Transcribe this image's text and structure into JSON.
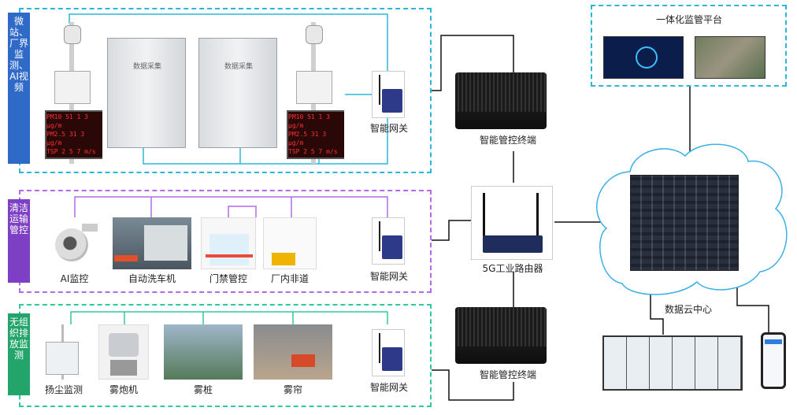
{
  "groups": {
    "g1": {
      "label": "微站、厂界监测、AI视频"
    },
    "g2": {
      "label": "清洁运输管控"
    },
    "g3": {
      "label": "无组织排放监测"
    }
  },
  "devices": {
    "gateway1": "智能网关",
    "gateway2": "智能网关",
    "gateway3": "智能网关",
    "terminal_top": "智能管控终端",
    "terminal_bottom": "智能管控终端",
    "router": "5G工业路由器",
    "cloud": "数据云中心",
    "platform": "一体化监管平台"
  },
  "transport": {
    "ai": "AI监控",
    "wash": "自动洗车机",
    "gate": "门禁管控",
    "road": "厂内非道"
  },
  "emission": {
    "dust": "扬尘监测",
    "cannon": "雾炮机",
    "pile": "雾桩",
    "curtain": "雾帘"
  },
  "led_rows": [
    "PM10 51 1 3 μg/m",
    "PM2.5 31 3 μg/m",
    "TSP 2 5 7 m/s"
  ],
  "cabinet_label": "数据采集",
  "colors": {
    "cyan": "#2bb8d8",
    "purple": "#b36ae8",
    "green": "#30c8a0",
    "blue_label": "#2f6ac8"
  }
}
